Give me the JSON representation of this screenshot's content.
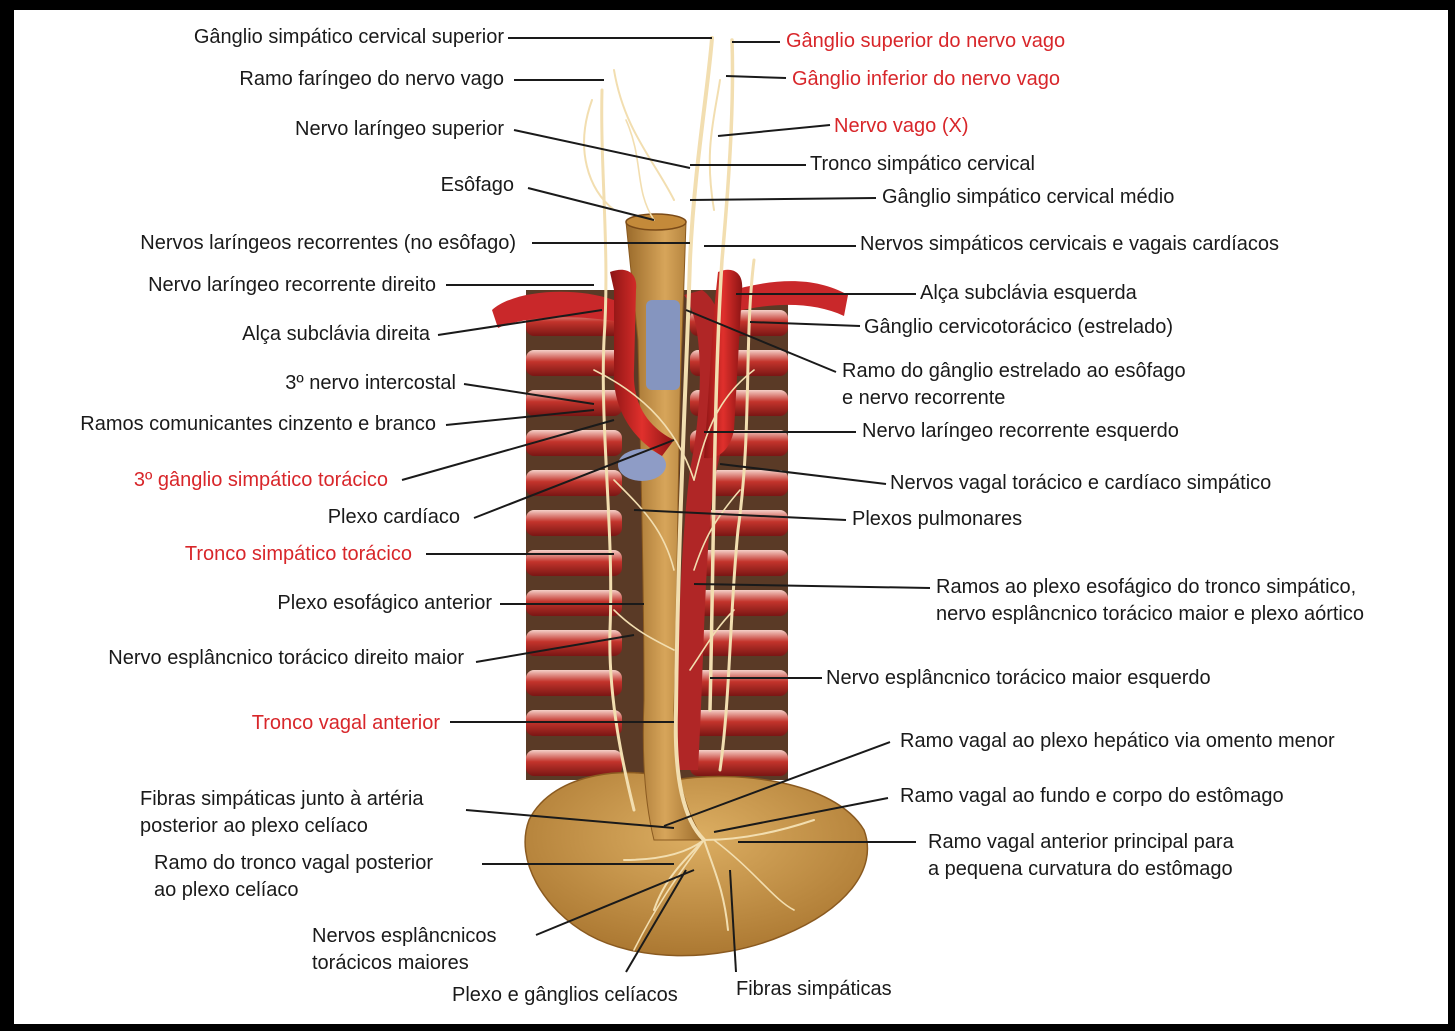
{
  "colors": {
    "label_black": "#1a1a1a",
    "label_red": "#d8262a",
    "nerve": "#f2deb0",
    "artery": "#c8262a",
    "rib": "#c23a30",
    "esophagus": "#c08a3c",
    "stomach": "#c58f42",
    "vein_blue": "#7f8fb8",
    "background": "#ffffff",
    "border": "#000000"
  },
  "labels_left": [
    {
      "id": "ganglio-simpatico-cervical-superior",
      "text": "Gânglio simpático cervical superior",
      "red": false
    },
    {
      "id": "ramo-faringeo",
      "text": "Ramo faríngeo do nervo vago",
      "red": false
    },
    {
      "id": "nervo-laringeo-superior",
      "text": "Nervo laríngeo superior",
      "red": false
    },
    {
      "id": "esofago",
      "text": "Esôfago",
      "red": false
    },
    {
      "id": "nervos-laringeos-recorrentes",
      "text": "Nervos laríngeos recorrentes (no esôfago)",
      "red": false
    },
    {
      "id": "nervo-laringeo-recorrente-direito",
      "text": "Nervo laríngeo recorrente direito",
      "red": false
    },
    {
      "id": "alca-subclavia-direita",
      "text": "Alça subclávia direita",
      "red": false
    },
    {
      "id": "nervo-intercostal-3",
      "text": "3º nervo intercostal",
      "red": false
    },
    {
      "id": "ramos-comunicantes",
      "text": "Ramos comunicantes cinzento e branco",
      "red": false
    },
    {
      "id": "ganglio-simpatico-toracico-3",
      "text": "3º gânglio simpático torácico",
      "red": true
    },
    {
      "id": "plexo-cardiaco",
      "text": "Plexo cardíaco",
      "red": false
    },
    {
      "id": "tronco-simpatico-toracico",
      "text": "Tronco simpático torácico",
      "red": true
    },
    {
      "id": "plexo-esofagico-anterior",
      "text": "Plexo esofágico anterior",
      "red": false
    },
    {
      "id": "nervo-esplancnico-direito",
      "text": "Nervo esplâncnico torácico direito maior",
      "red": false
    },
    {
      "id": "tronco-vagal-anterior",
      "text": "Tronco vagal anterior",
      "red": true
    },
    {
      "id": "fibras-simpaticas-arteria",
      "text": "Fibras simpáticas junto à artéria\nposterior ao plexo celíaco",
      "red": false
    },
    {
      "id": "ramo-tronco-vagal-posterior",
      "text": "Ramo do tronco vagal posterior\nao plexo celíaco",
      "red": false
    },
    {
      "id": "nervos-esplancnicos-maiores",
      "text": "Nervos esplâncnicos\ntorácicos maiores",
      "red": false
    }
  ],
  "labels_right": [
    {
      "id": "ganglio-superior-vago",
      "text": "Gânglio superior do nervo vago",
      "red": true
    },
    {
      "id": "ganglio-inferior-vago",
      "text": "Gânglio inferior do nervo vago",
      "red": true
    },
    {
      "id": "nervo-vago",
      "text": "Nervo vago (X)",
      "red": true
    },
    {
      "id": "tronco-simpatico-cervical",
      "text": "Tronco simpático cervical",
      "red": false
    },
    {
      "id": "ganglio-cervical-medio",
      "text": "Gânglio simpático cervical médio",
      "red": false
    },
    {
      "id": "nervos-simpaticos-cardiacos",
      "text": "Nervos simpáticos cervicais e vagais cardíacos",
      "red": false
    },
    {
      "id": "alca-subclavia-esquerda",
      "text": "Alça subclávia esquerda",
      "red": false
    },
    {
      "id": "ganglio-cervicotoracico",
      "text": "Gânglio cervicotorácico (estrelado)",
      "red": false
    },
    {
      "id": "ramo-ganglio-estrelado",
      "text": "Ramo do gânglio estrelado ao esôfago\ne nervo recorrente",
      "red": false
    },
    {
      "id": "nervo-laringeo-recorrente-esquerdo",
      "text": "Nervo laríngeo recorrente esquerdo",
      "red": false
    },
    {
      "id": "nervos-vagal-toracico",
      "text": "Nervos vagal torácico e cardíaco simpático",
      "red": false
    },
    {
      "id": "plexos-pulmonares",
      "text": "Plexos pulmonares",
      "red": false
    },
    {
      "id": "ramos-plexo-esofagico",
      "text": "Ramos ao plexo esofágico do tronco simpático,\nnervo esplâncnico torácico maior e plexo aórtico",
      "red": false
    },
    {
      "id": "nervo-esplancnico-esquerdo",
      "text": "Nervo esplâncnico torácico maior esquerdo",
      "red": false
    },
    {
      "id": "ramo-vagal-hepatico",
      "text": "Ramo vagal ao plexo hepático via omento menor",
      "red": false
    },
    {
      "id": "ramo-vagal-fundo",
      "text": "Ramo vagal ao fundo e corpo do estômago",
      "red": false
    },
    {
      "id": "ramo-vagal-anterior-principal",
      "text": "Ramo vagal anterior principal para\na pequena curvatura do estômago",
      "red": false
    }
  ],
  "labels_bottom": [
    {
      "id": "plexo-ganglios-celiacos",
      "text": "Plexo e gânglios celíacos",
      "red": false
    },
    {
      "id": "fibras-simpaticas",
      "text": "Fibras simpáticas",
      "red": false
    }
  ]
}
